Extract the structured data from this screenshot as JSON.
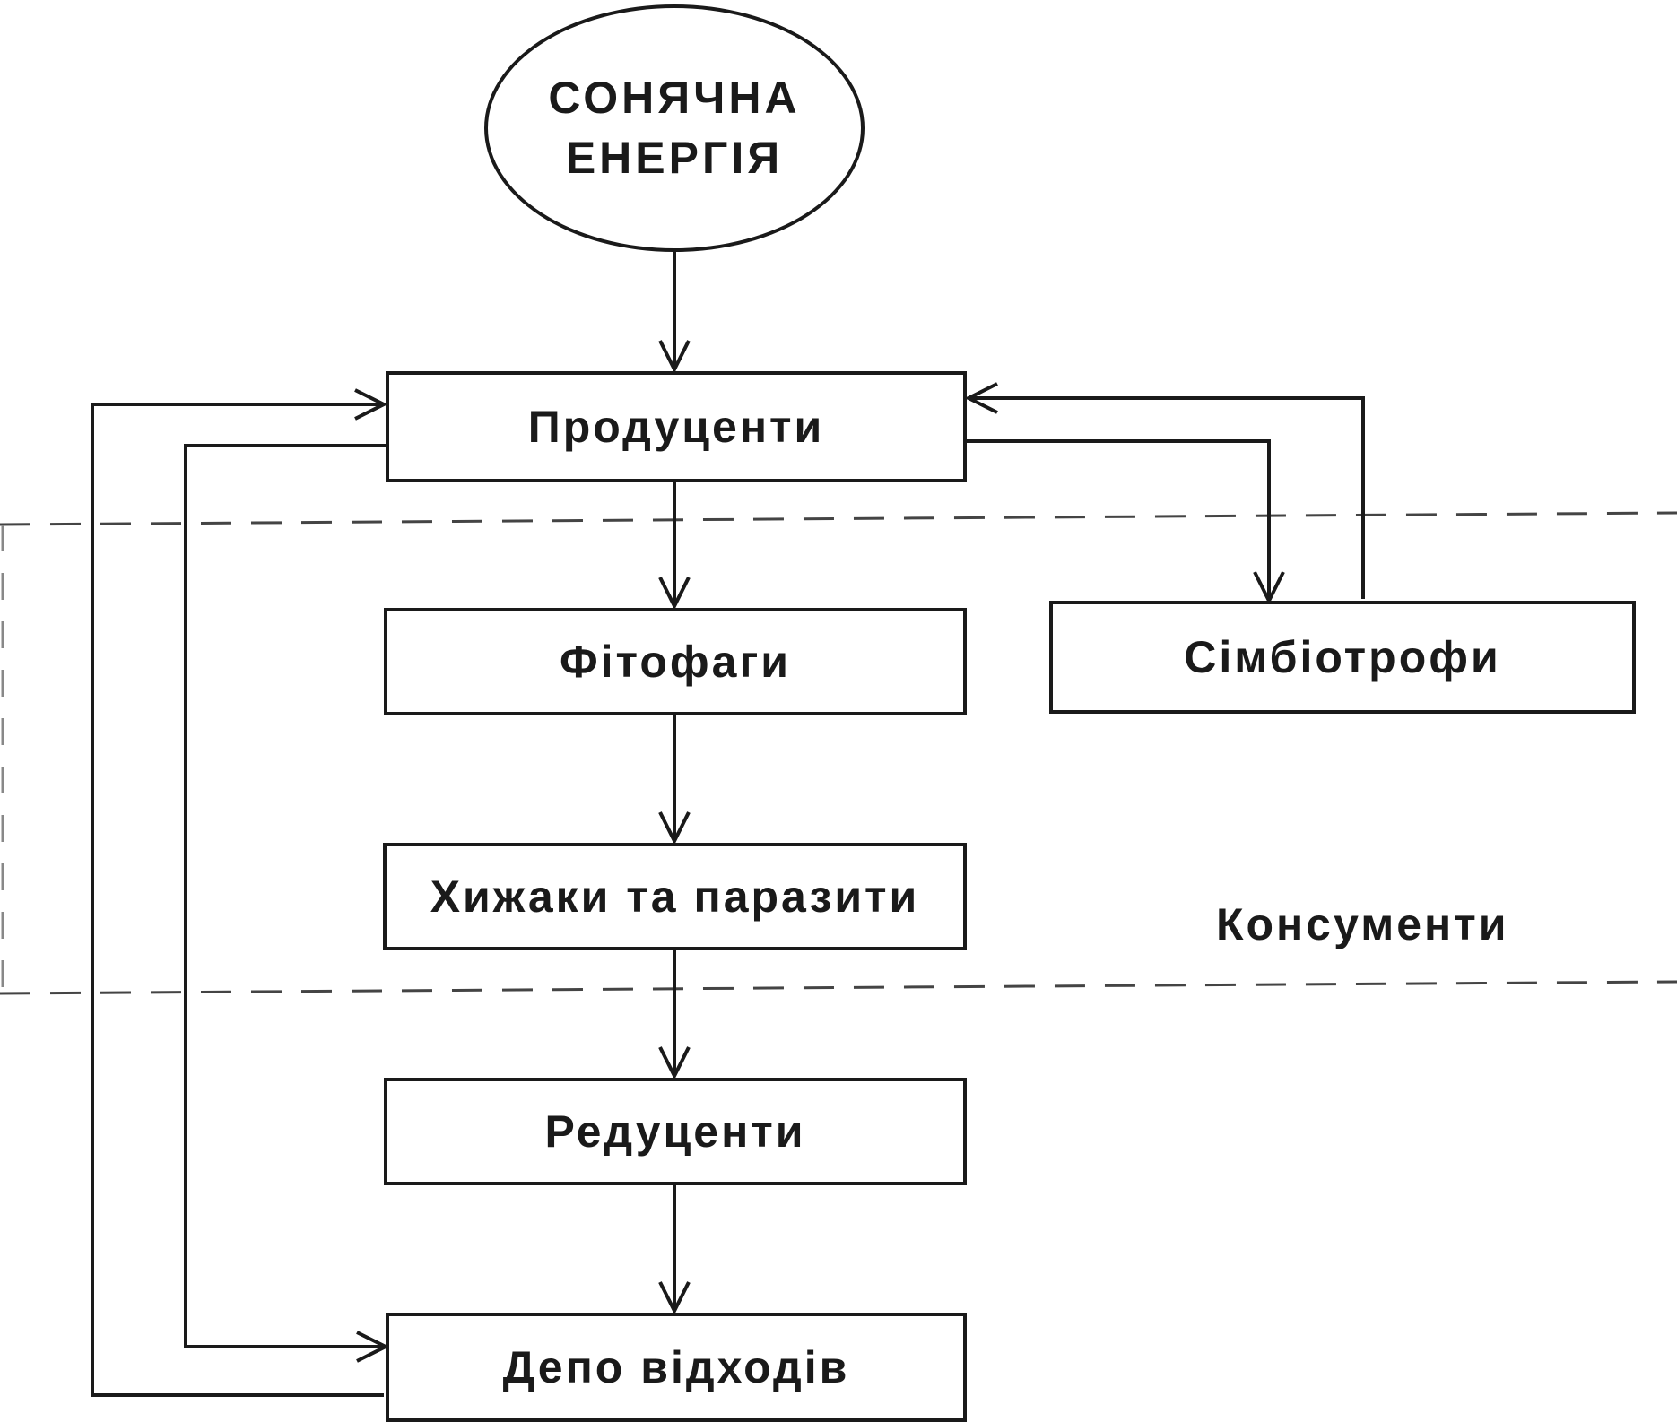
{
  "diagram": {
    "source": {
      "line1": "СОНЯЧНА",
      "line2": "ЕНЕРГІЯ"
    },
    "nodes": {
      "producers": "Продуценти",
      "phytophages": "Фітофаги",
      "symbiotrophs": "Сімбіотрофи",
      "predators": "Хижаки та паразити",
      "reducers": "Редуценти",
      "waste": "Депо відходів"
    },
    "region_label": "Консументи"
  },
  "colors": {
    "ink": "#1a1a1a",
    "background": "#ffffff"
  }
}
